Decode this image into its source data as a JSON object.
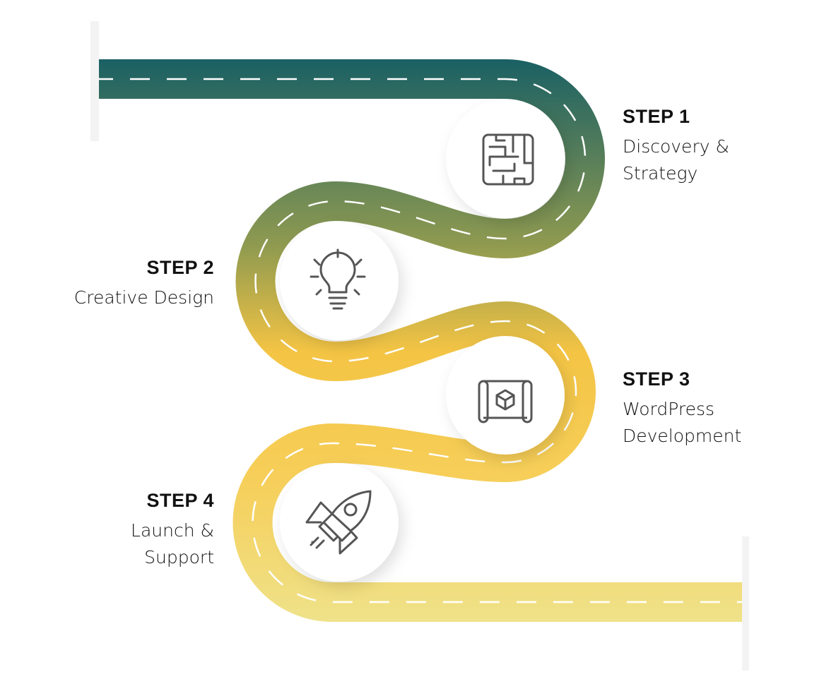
{
  "colors": {
    "road_start": "#1a6064",
    "road_mid": "#8f9a50",
    "road_yellow": "#f4c444",
    "road_end": "#efe28a",
    "icon": "#555555"
  },
  "steps": [
    {
      "label": "STEP 1",
      "desc_lines": [
        "Discovery &",
        "Strategy"
      ],
      "icon": "maze-icon"
    },
    {
      "label": "STEP 2",
      "desc_lines": [
        "Creative Design"
      ],
      "icon": "lightbulb-icon"
    },
    {
      "label": "STEP 3",
      "desc_lines": [
        "WordPress",
        "Development"
      ],
      "icon": "blueprint-cube-icon"
    },
    {
      "label": "STEP 4",
      "desc_lines": [
        "Launch &",
        "Support"
      ],
      "icon": "rocket-icon"
    }
  ]
}
